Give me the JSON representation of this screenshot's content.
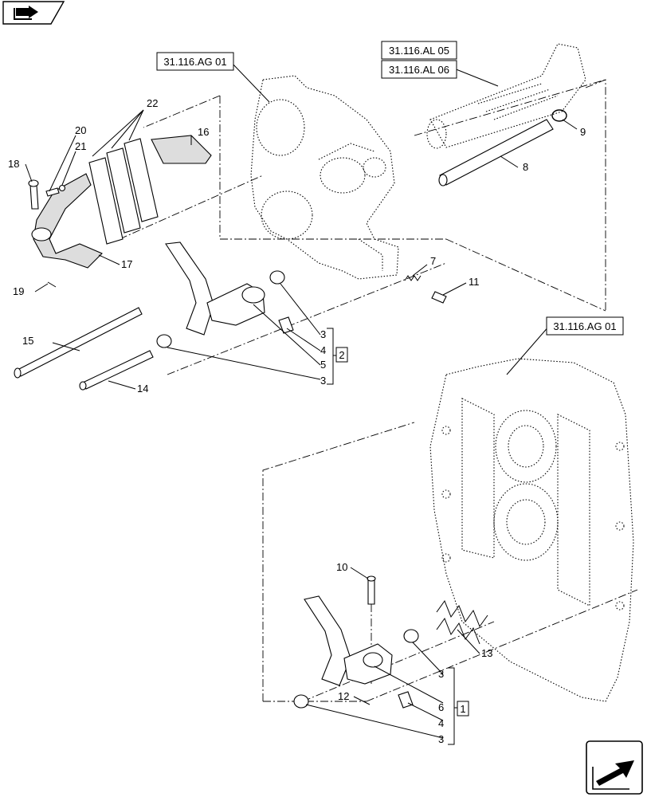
{
  "references": {
    "top_housing": "31.116.AG 01",
    "shaft_a": "31.116.AL 05",
    "shaft_b": "31.116.AL 06",
    "bottom_housing": "31.116.AG 01"
  },
  "callouts": {
    "c1": "1",
    "c2": "2",
    "c3": "3",
    "c4": "4",
    "c5": "5",
    "c6": "6",
    "c7": "7",
    "c8": "8",
    "c9": "9",
    "c10": "10",
    "c11": "11",
    "c12": "12",
    "c13": "13",
    "c14": "14",
    "c15": "15",
    "c16": "16",
    "c17": "17",
    "c18": "18",
    "c19": "19",
    "c20": "20",
    "c21": "21",
    "c22": "22"
  },
  "group_top": {
    "items": [
      "3",
      "4",
      "5",
      "3"
    ],
    "group": "2"
  },
  "group_bottom": {
    "items": [
      "3",
      "6",
      "4",
      "3"
    ],
    "group": "1"
  },
  "icons": {
    "top_left": "book-arrow-icon",
    "bottom_right": "next-page-arrow-icon"
  }
}
